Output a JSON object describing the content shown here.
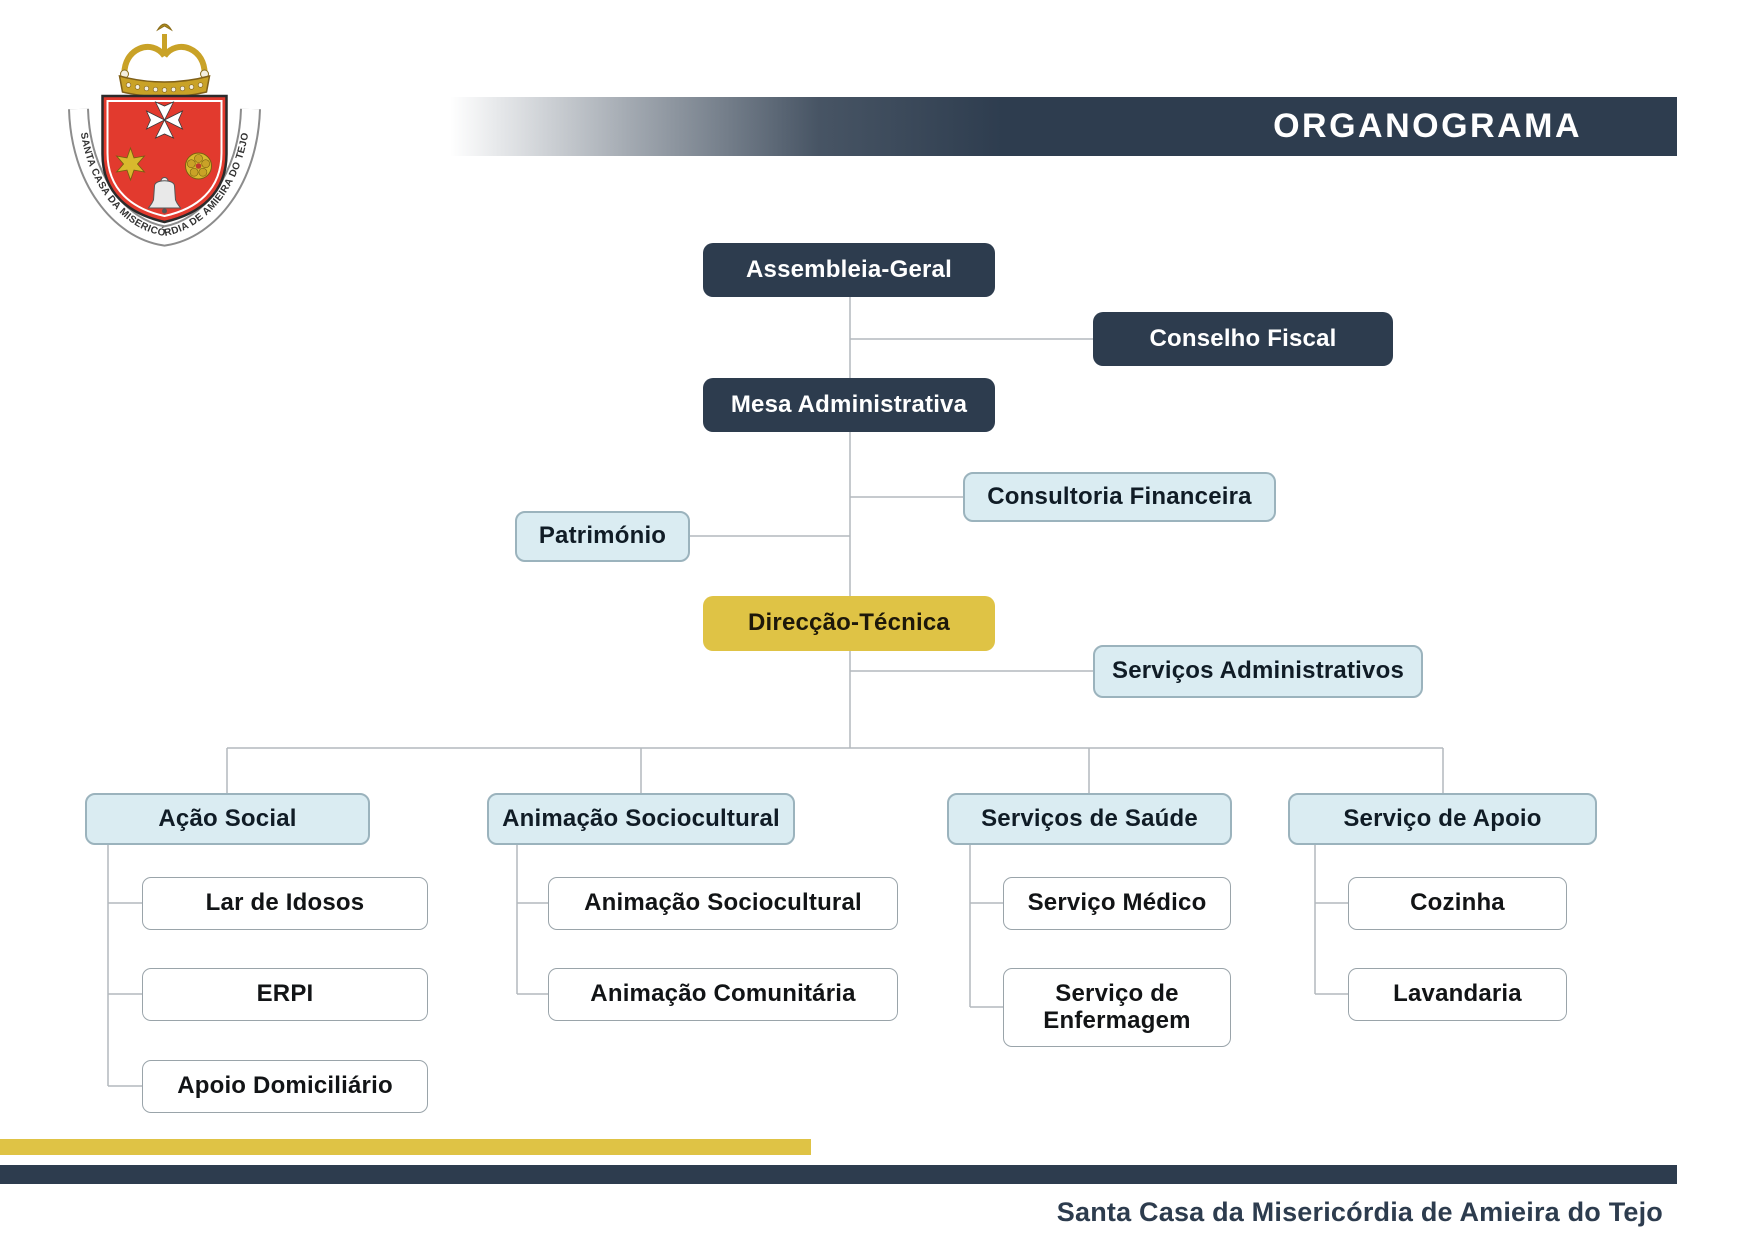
{
  "header": {
    "title": "ORGANOGRAMA"
  },
  "logo": {
    "description": "coat-of-arms",
    "motto": "SANTA CASA DA MISERICÓRDIA DE AMIEIRA DO TEJO"
  },
  "org": {
    "nodes": {
      "assembleia": "Assembleia-Geral",
      "conselho": "Conselho Fiscal",
      "mesa": "Mesa Administrativa",
      "consultoria": "Consultoria Financeira",
      "patrimonio": "Património",
      "direccao": "Direcção-Técnica",
      "servadmin": "Serviços Administrativos"
    },
    "branches": [
      {
        "label": "Ação Social",
        "children": [
          "Lar de Idosos",
          "ERPI",
          "Apoio Domiciliário"
        ]
      },
      {
        "label": "Animação Sociocultural",
        "children": [
          "Animação Sociocultural",
          "Animação Comunitária"
        ]
      },
      {
        "label": "Serviços de Saúde",
        "children": [
          "Serviço Médico",
          "Serviço de Enfermagem"
        ]
      },
      {
        "label": "Serviço de Apoio",
        "children": [
          "Cozinha",
          "Lavandaria"
        ]
      }
    ]
  },
  "footer": {
    "text": "Santa Casa da Misericórdia de Amieira do Tejo"
  },
  "colors": {
    "navy": "#2d3c4e",
    "gold": "#dfc345",
    "light_blue": "#daecf2",
    "light_blue_border": "#9bb3bd",
    "connector_gray": "#b3b9bd",
    "shield_red": "#e23a2e",
    "crest_gold": "#c9a227"
  }
}
